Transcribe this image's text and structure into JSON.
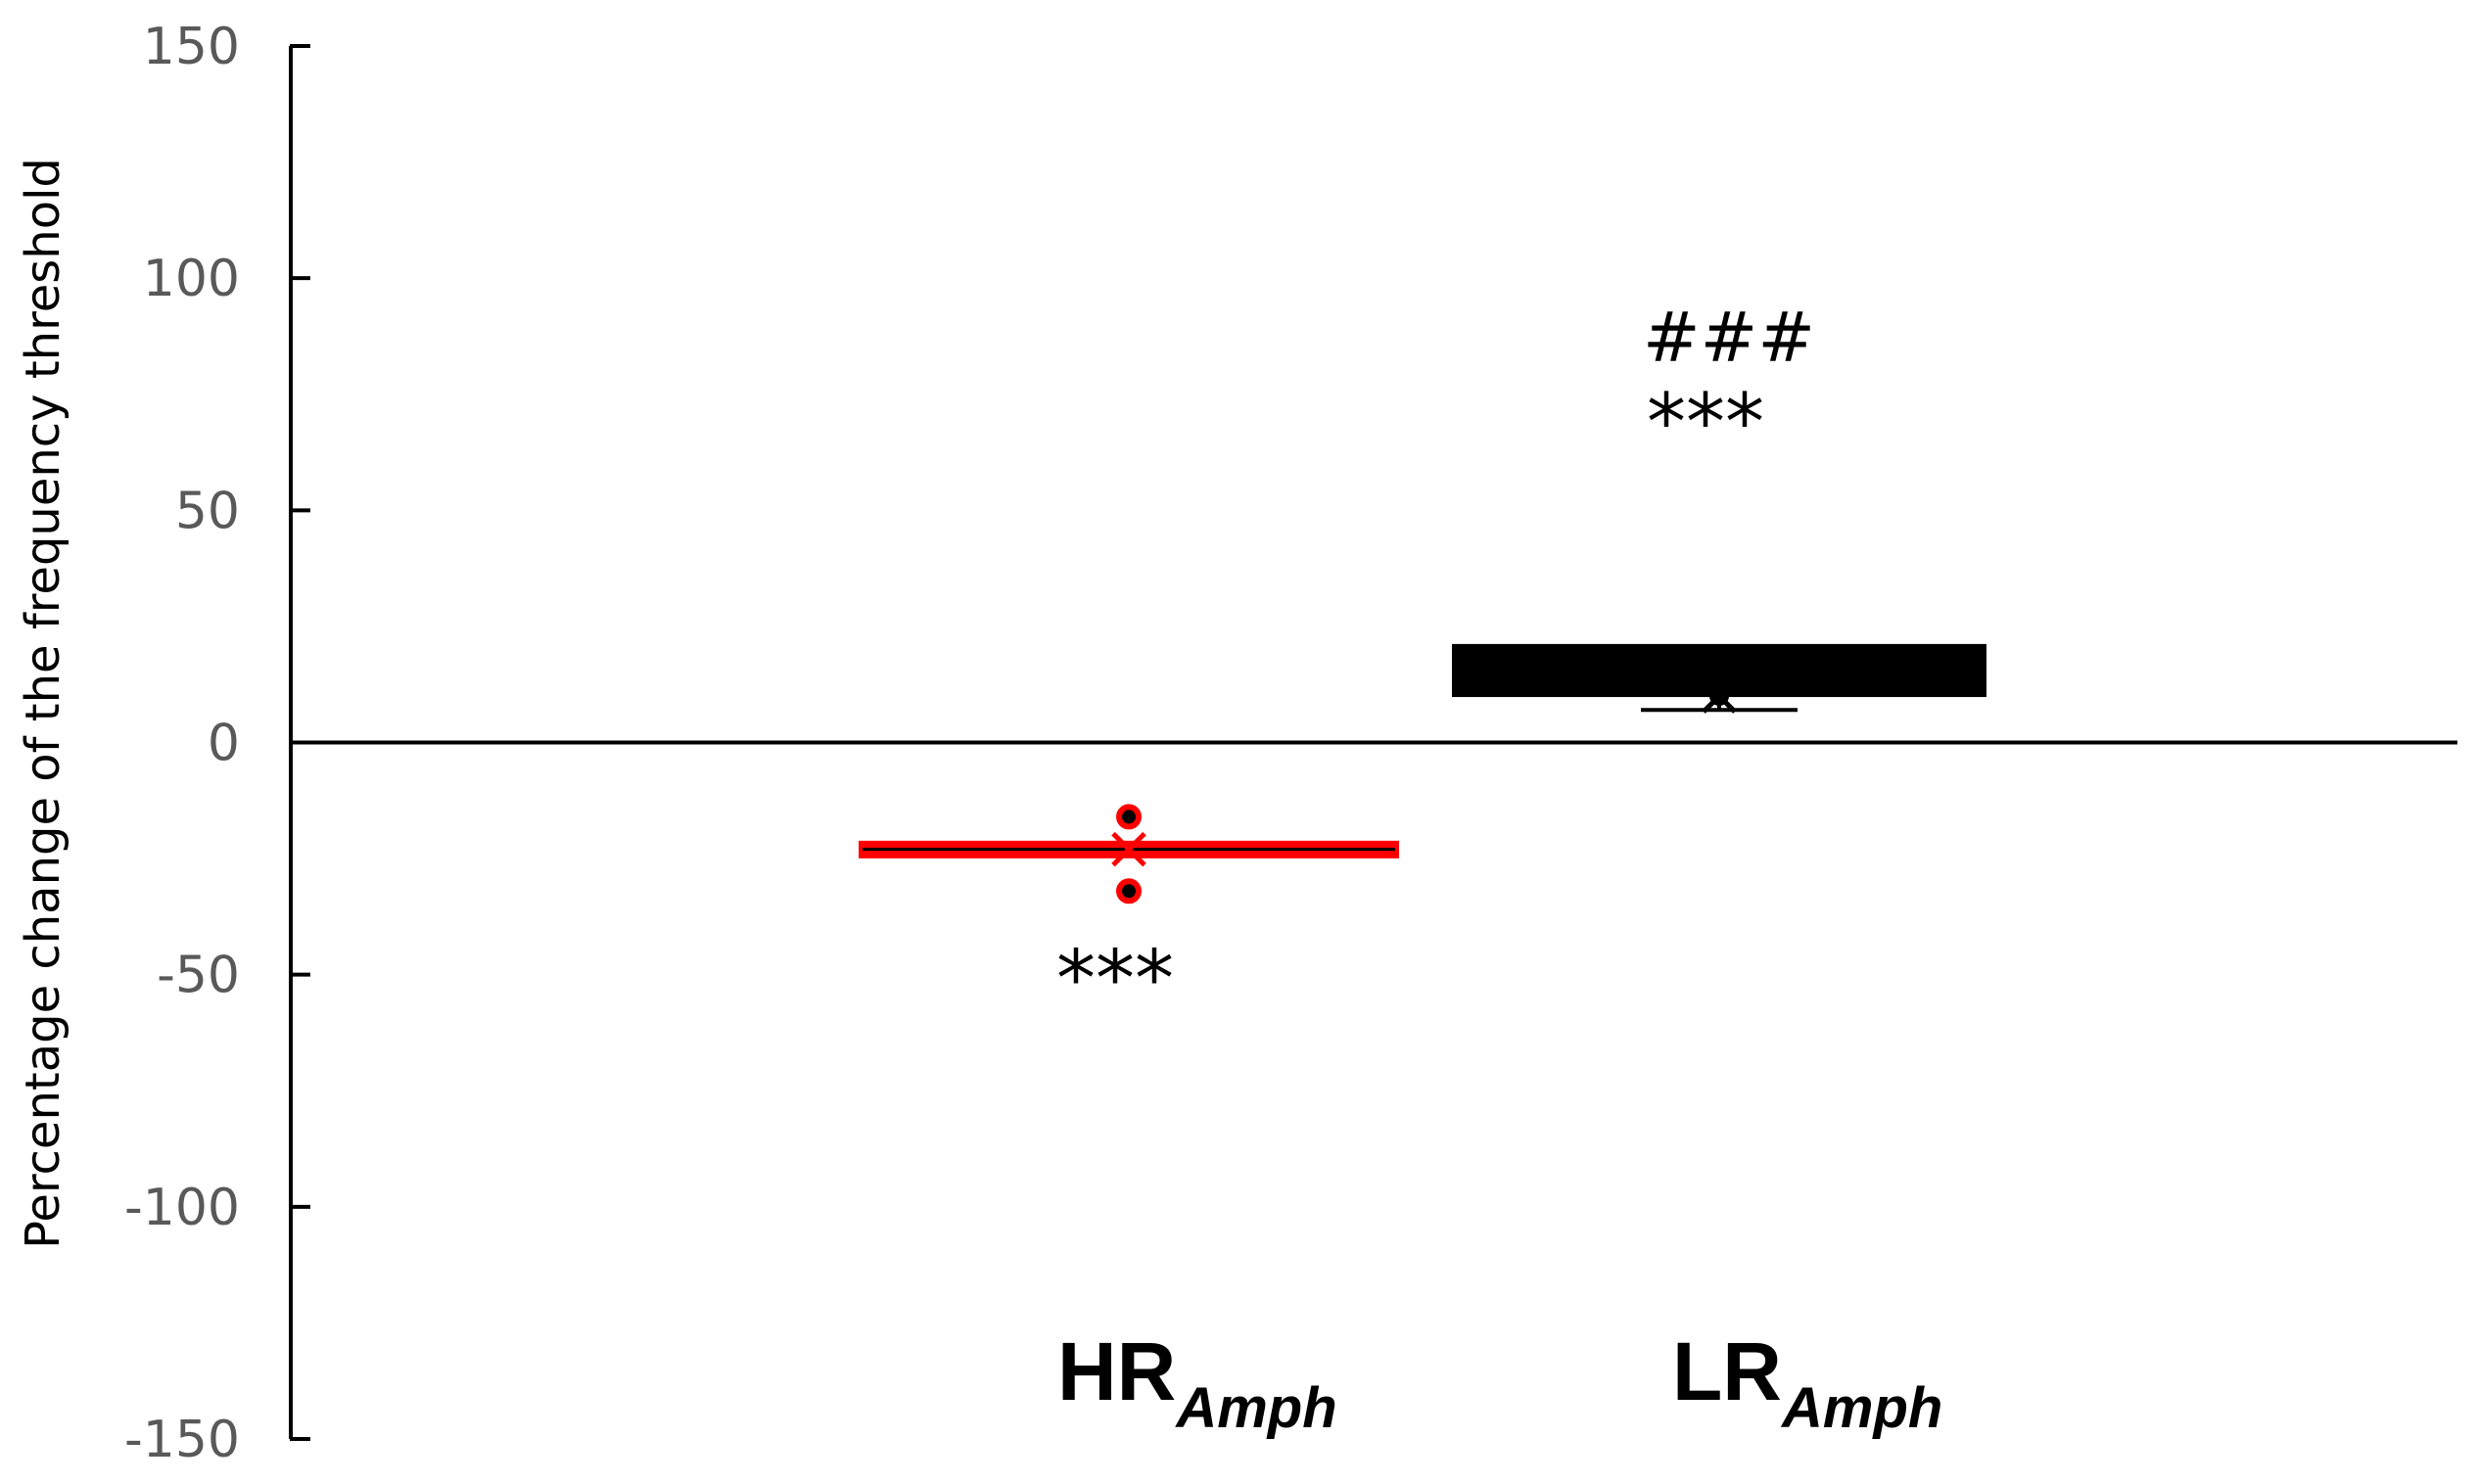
{
  "chart_data": {
    "type": "box",
    "ylabel": "Percentage change of the frequency threshold",
    "xlabel": "",
    "ylim": [
      -150,
      150
    ],
    "yticks": [
      150,
      100,
      50,
      0,
      -50,
      -100,
      -150
    ],
    "ytick_labels": [
      "150",
      "100",
      "50",
      "0",
      "-50",
      "-100",
      "-150"
    ],
    "zero_line": true,
    "grid": false,
    "categories": [
      {
        "label_main": "HR",
        "label_sub": "Amph",
        "color": "#ff0000",
        "fill": "#000000",
        "q1": -24,
        "median": -23,
        "q3": -22,
        "whisker_low": -24,
        "whisker_high": -22,
        "mean": -23,
        "outliers": [
          -16,
          -32
        ],
        "significance": [
          "***"
        ]
      },
      {
        "label_main": "LR",
        "label_sub": "Amph",
        "color": "#000000",
        "fill": "#000000",
        "q1": 10,
        "median": 20,
        "q3": 21,
        "whisker_low": 7,
        "whisker_high": 21,
        "mean": 10,
        "outliers": [],
        "significance": [
          "***",
          "###"
        ]
      }
    ]
  }
}
